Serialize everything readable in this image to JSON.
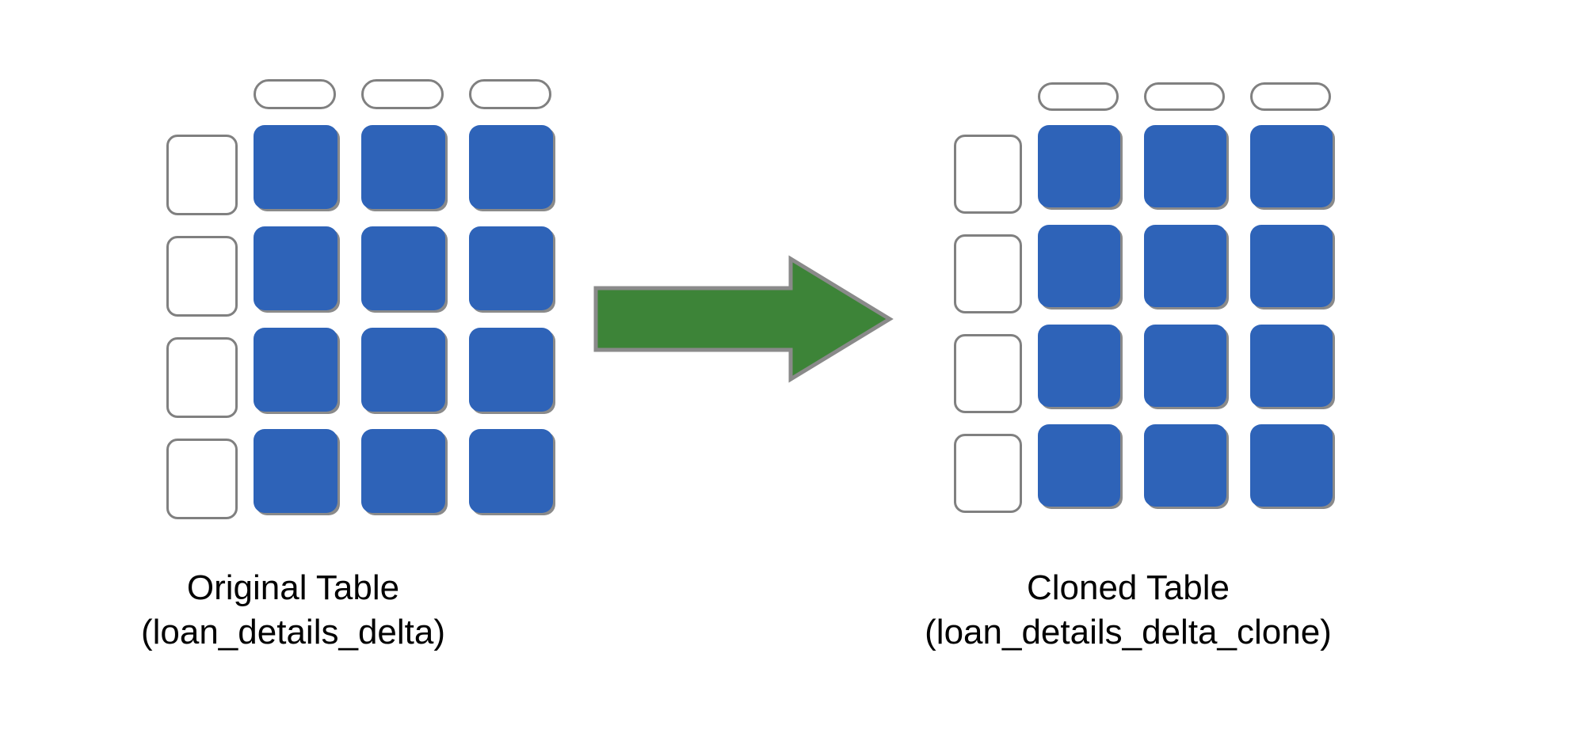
{
  "diagram": {
    "title": "Delta table clone diagram",
    "background_color": "#ffffff",
    "cell_fill_color": "#2E63B8",
    "cell_border_color": "#808080",
    "arrow_fill_color": "#3D8438",
    "arrow_border_color": "#8a8a8a",
    "text_color": "#000000"
  },
  "source_table": {
    "name": "source-table",
    "caption_title": "Original Table",
    "caption_subtitle": "(loan_details_delta)",
    "columns": 3,
    "rows": 4,
    "header_pills": [
      "",
      "",
      ""
    ],
    "row_labels": [
      "",
      "",
      "",
      ""
    ],
    "cells": [
      [
        "",
        "",
        ""
      ],
      [
        "",
        "",
        ""
      ],
      [
        "",
        "",
        ""
      ],
      [
        "",
        "",
        ""
      ]
    ]
  },
  "arrow": {
    "name": "clone-arrow",
    "label": "",
    "direction": "right",
    "color": "#3D8438"
  },
  "cloned_table": {
    "name": "cloned-table",
    "caption_title": "Cloned Table",
    "caption_subtitle": "(loan_details_delta_clone)",
    "columns": 3,
    "rows": 4,
    "header_pills": [
      "",
      "",
      ""
    ],
    "row_labels": [
      "",
      "",
      "",
      ""
    ],
    "cells": [
      [
        "",
        "",
        ""
      ],
      [
        "",
        "",
        ""
      ],
      [
        "",
        "",
        ""
      ],
      [
        "",
        "",
        ""
      ]
    ]
  }
}
